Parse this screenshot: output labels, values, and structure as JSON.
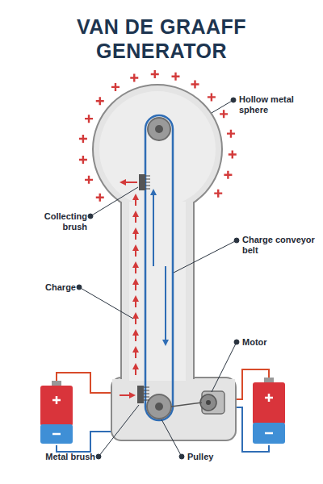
{
  "diagram": {
    "title": "VAN DE GRAAFF GENERATOR",
    "labels": [
      "Hollow metal sphere",
      "Collecting brush",
      "Charge conveyor belt",
      "Charge",
      "Motor",
      "Metal brush",
      "Pulley"
    ]
  }
}
